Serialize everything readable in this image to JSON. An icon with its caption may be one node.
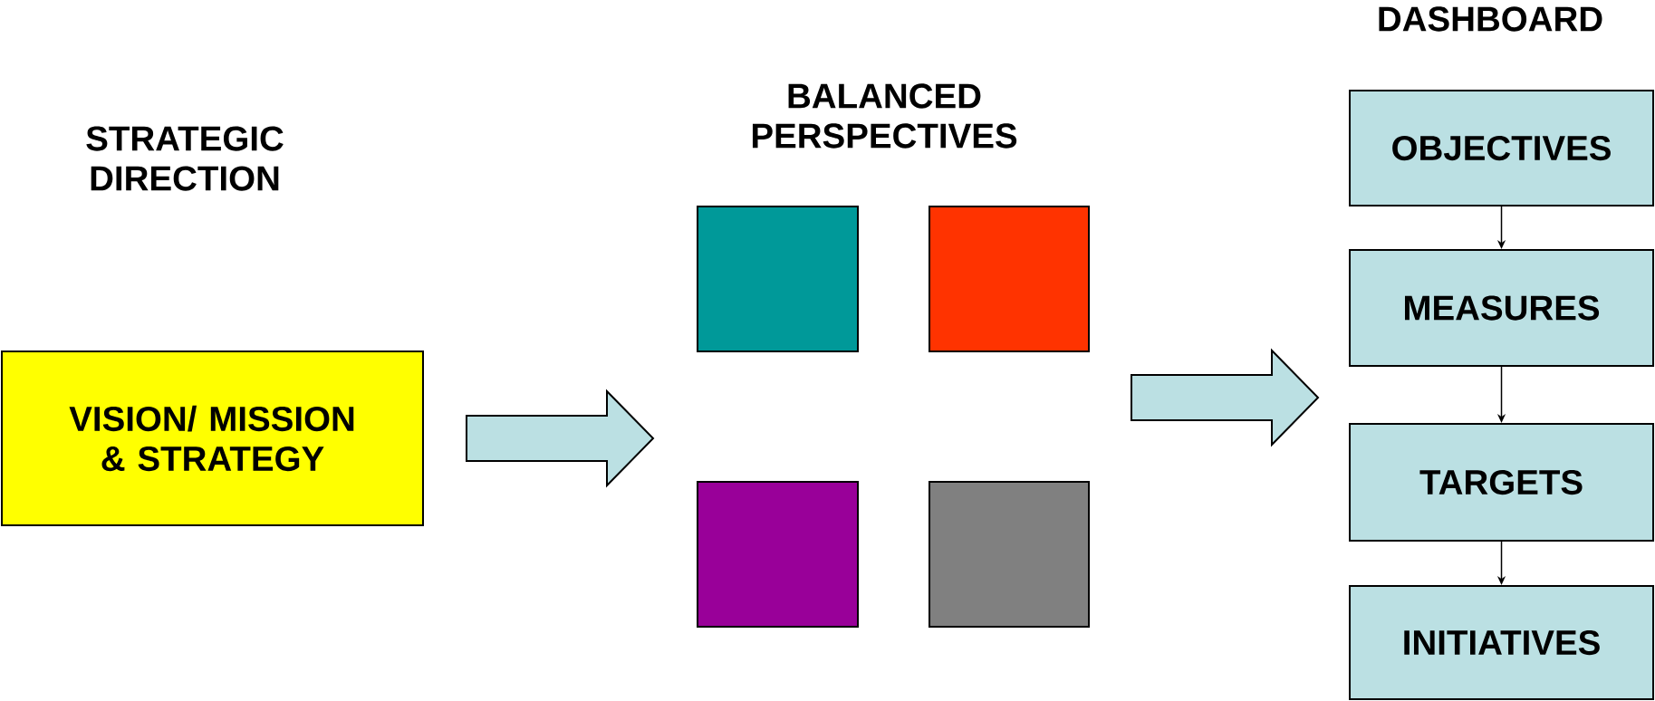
{
  "diagram": {
    "nodes": [
      {
        "text": [
          "VISION/ MISSION & STRATEGY"
        ]
      },
      {
        "text": [],
        "shape": "box"
      },
      {
        "text": [],
        "shape": "box"
      },
      {
        "text": [],
        "shape": "box"
      },
      {
        "text": [],
        "shape": "box"
      },
      {
        "text": [
          "OBJECTIVES"
        ]
      },
      {
        "text": [
          "MEASURES"
        ]
      },
      {
        "text": [
          "TARGETS"
        ]
      },
      {
        "text": [
          "INITIATIVES"
        ]
      }
    ],
    "edges": [
      {
        "from": 0,
        "to": null,
        "arrow": "to"
      },
      {
        "from": null,
        "to": 6,
        "arrow": "to"
      },
      {
        "from": 5,
        "to": 6,
        "arrow": "to"
      },
      {
        "from": 6,
        "to": 7,
        "arrow": "to"
      },
      {
        "from": 7,
        "to": 8,
        "arrow": "to"
      }
    ],
    "labels": [
      "STRATEGIC DIRECTION",
      "BALANCED PERSPECTIVES",
      "DASHBOARD"
    ]
  }
}
